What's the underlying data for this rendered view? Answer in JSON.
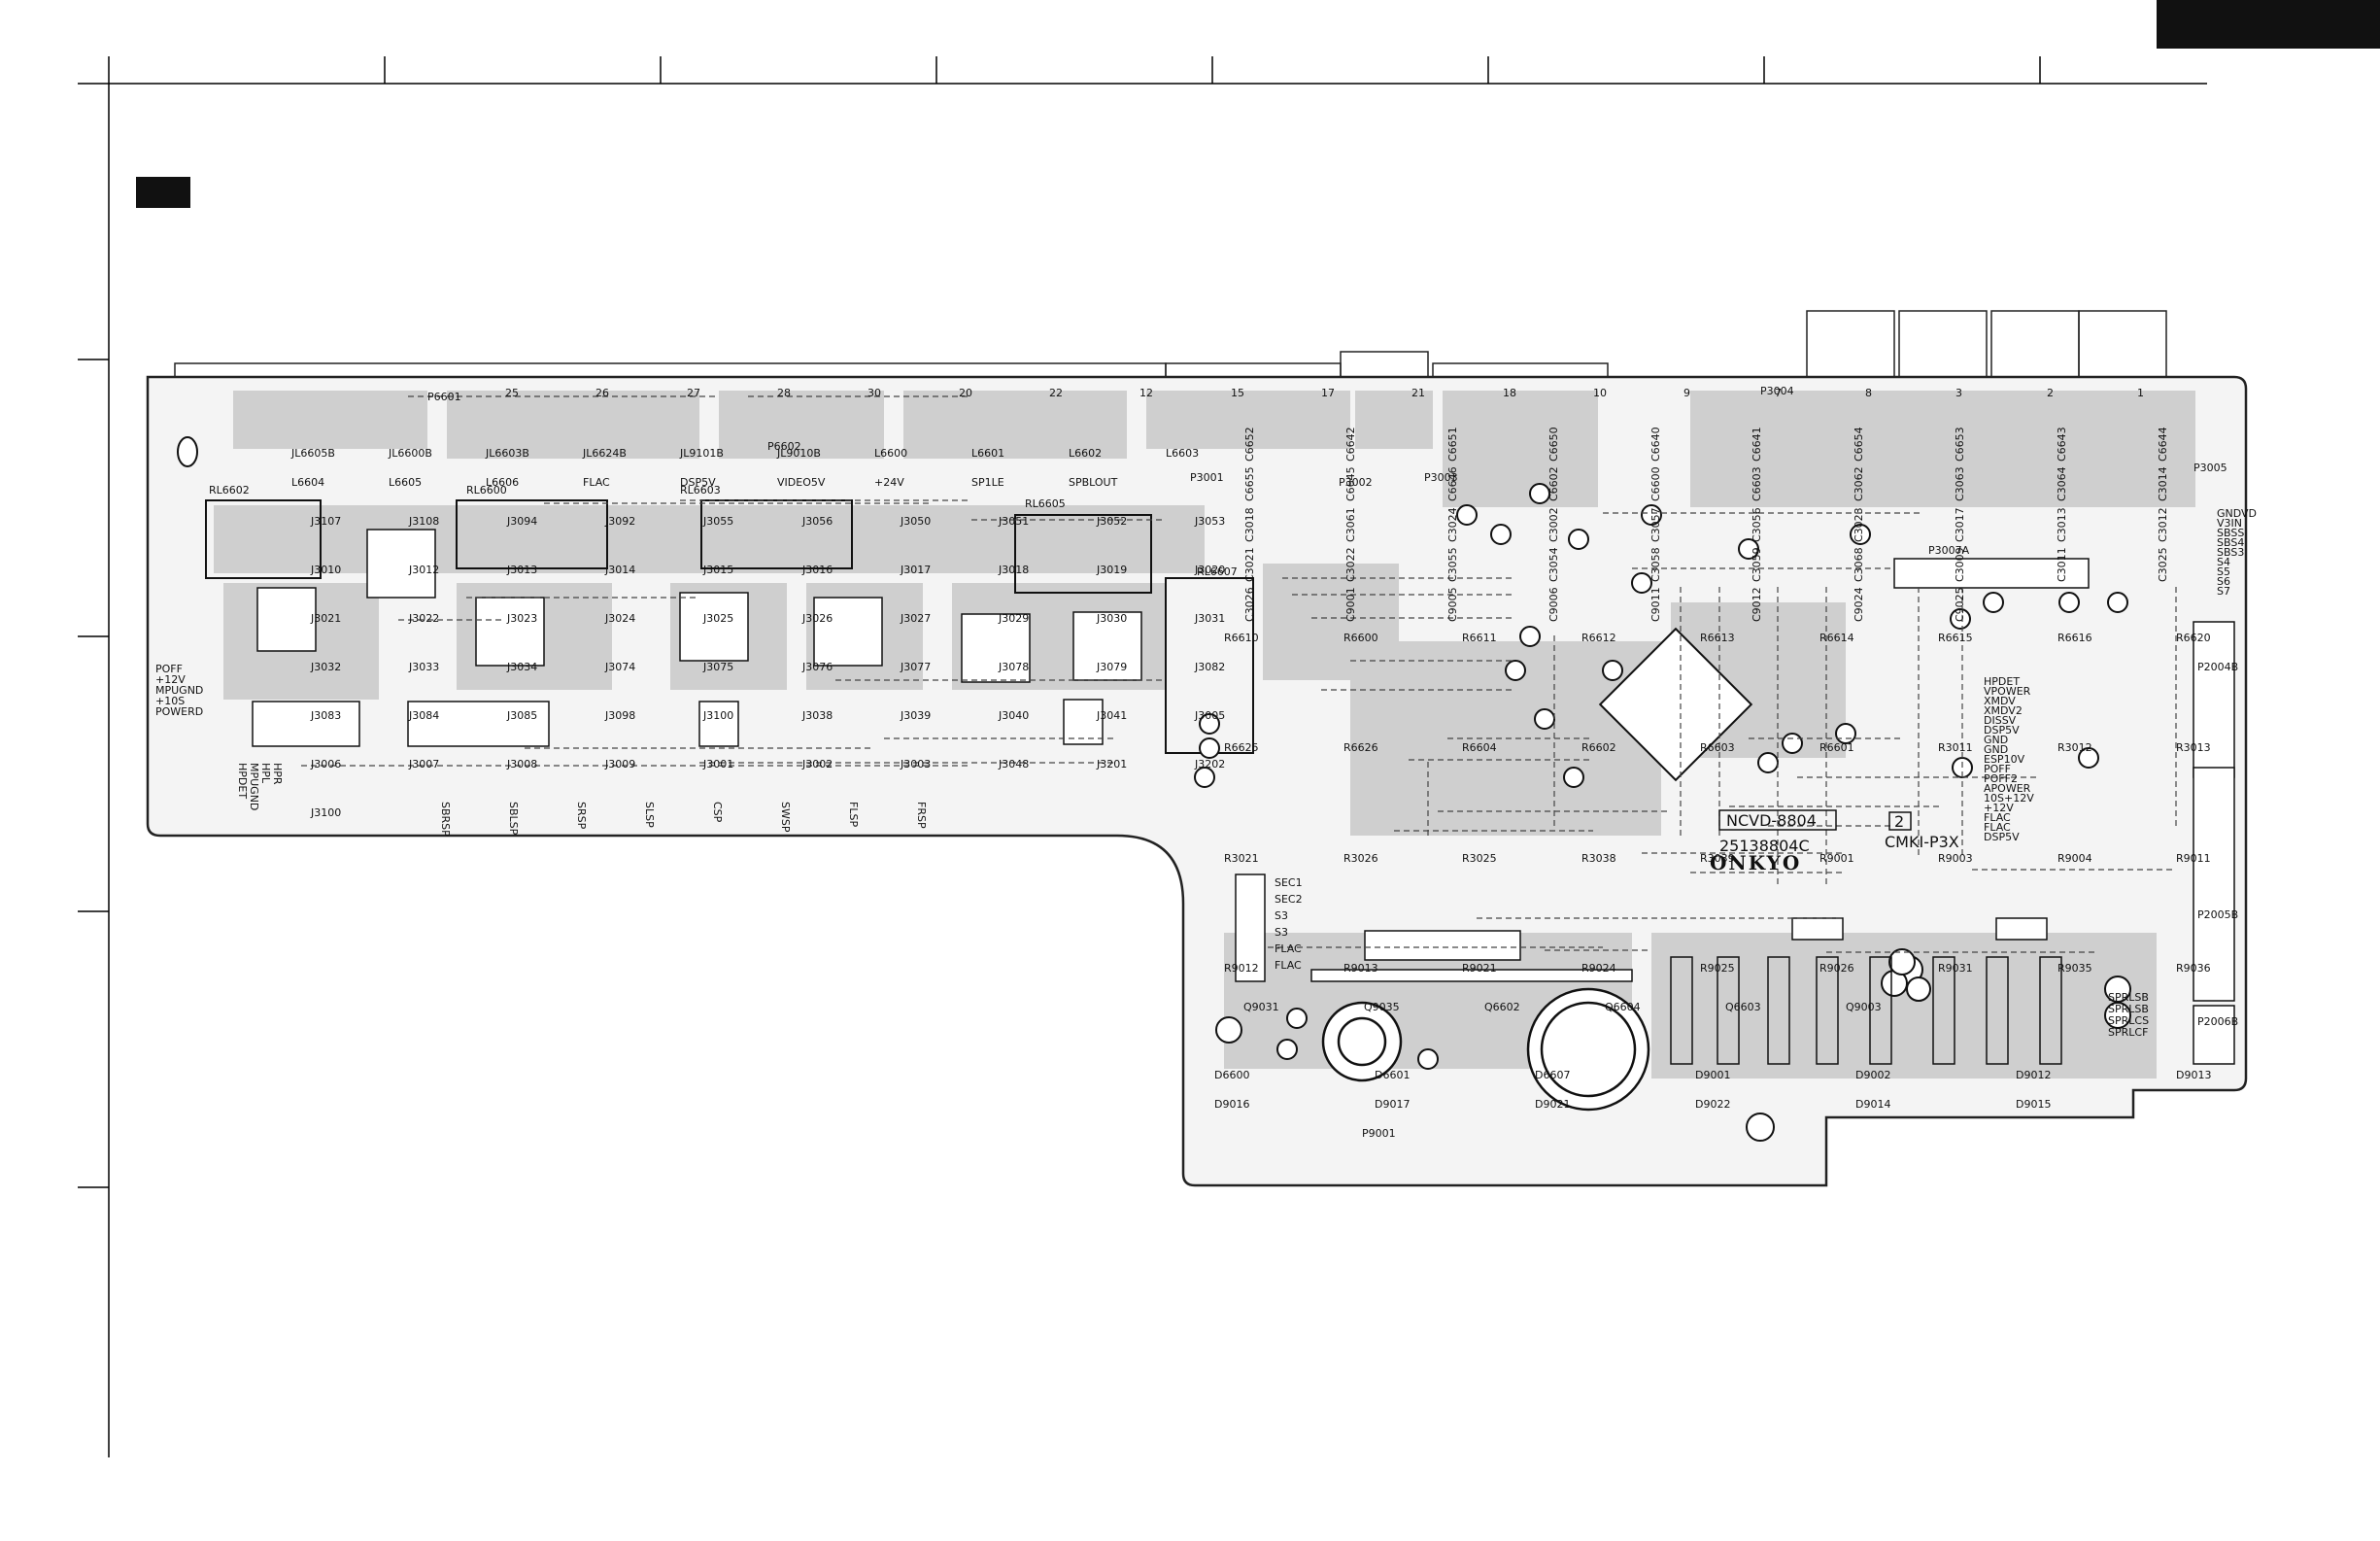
{
  "board": {
    "name": "NCVD-8804",
    "revision": "2",
    "part_number": "25138804C",
    "brand": "ONKYO",
    "cert": "CMKI-P3X"
  },
  "labels": {
    "relays": [
      "RL6602",
      "RL6600",
      "RL6603",
      "RL6605",
      "RL6607"
    ],
    "plugs": [
      "P6601",
      "P6602",
      "P3001",
      "P3002",
      "P3003",
      "P3004",
      "P3005",
      "P3007A",
      "P2004B",
      "P2005B",
      "P2006B",
      "P9001"
    ],
    "jumpers": [
      "J3107",
      "J3108",
      "J3094",
      "J3092",
      "J3055",
      "J3056",
      "J3050",
      "J3051",
      "J3052",
      "J3053",
      "J3010",
      "J3012",
      "J3013",
      "J3014",
      "J3015",
      "J3016",
      "J3017",
      "J3018",
      "J3019",
      "J3020",
      "J3021",
      "J3022",
      "J3023",
      "J3024",
      "J3025",
      "J3026",
      "J3027",
      "J3029",
      "J3030",
      "J3031",
      "J3032",
      "J3033",
      "J3034",
      "J3074",
      "J3075",
      "J3076",
      "J3077",
      "J3078",
      "J3079",
      "J3082",
      "J3083",
      "J3084",
      "J3085",
      "J3098",
      "J3100",
      "J3038",
      "J3039",
      "J3040",
      "J3041",
      "J3005",
      "J3006",
      "J3007",
      "J3008",
      "J3009",
      "J3001",
      "J3002",
      "J3003",
      "J3048",
      "J3201",
      "J3202",
      "J3100"
    ],
    "caps": [
      "C6652",
      "C6642",
      "C6651",
      "C6650",
      "C6640",
      "C6641",
      "C6654",
      "C6653",
      "C6643",
      "C6644",
      "C6655",
      "C6645",
      "C6646",
      "C6602",
      "C6600",
      "C6603",
      "C3062",
      "C3063",
      "C3064",
      "C3014",
      "C3018",
      "C3061",
      "C3024",
      "C3002",
      "C3057",
      "C3056",
      "C3023",
      "C3017",
      "C3013",
      "C3012",
      "C3021",
      "C3022",
      "C3055",
      "C3054",
      "C3058",
      "C3059",
      "C3068",
      "C3009",
      "C3011",
      "C3025",
      "C3026",
      "C9001",
      "C9005",
      "C9006",
      "C9011",
      "C9012",
      "C9024",
      "C9025"
    ],
    "resistors": [
      "R6610",
      "R6600",
      "R6611",
      "R6612",
      "R6613",
      "R6614",
      "R6615",
      "R6616",
      "R6620",
      "R6625",
      "R6626",
      "R6604",
      "R6602",
      "R6603",
      "R6601",
      "R3011",
      "R3012",
      "R3013",
      "R3021",
      "R3026",
      "R3025",
      "R3038",
      "R3039",
      "R9001",
      "R9003",
      "R9004",
      "R9011",
      "R9012",
      "R9013",
      "R9021",
      "R9024",
      "R9025",
      "R9026",
      "R9031",
      "R9035",
      "R9036"
    ],
    "ics": [
      "Q9031",
      "Q9035",
      "Q6602",
      "Q6604",
      "Q6603",
      "Q9003"
    ],
    "diodes": [
      "D6600",
      "D6601",
      "D6607",
      "D9001",
      "D9002",
      "D9012",
      "D9013",
      "D9016",
      "D9017",
      "D9021",
      "D9022",
      "D9014",
      "D9015"
    ],
    "misc": [
      "JL6605B",
      "JL6600B",
      "JL6603B",
      "JL6624B",
      "JL9101B",
      "JL9010B",
      "L6600",
      "L6601",
      "L6602",
      "L6603",
      "L6604",
      "L6605",
      "L6606",
      "FLAC",
      "DSP5V",
      "VIDEO5V",
      "+24V",
      "SP1LE",
      "SPBLOUT"
    ],
    "left_pins": [
      "POFF",
      "+12V",
      "MPUGND",
      "+10S",
      "POWERD"
    ],
    "bottom_left_pins": [
      "HPDET",
      "MPUGND",
      "HPL",
      "HPR"
    ],
    "speaker_pins": [
      "SBRSP",
      "SBLSP",
      "SRSP",
      "SLSP",
      "CSP",
      "SWSP",
      "FLSP",
      "FRSP"
    ],
    "right_pins": [
      "GNDVD",
      "V3IN",
      "SBSS",
      "SBS4",
      "SBS3",
      "S4",
      "S5",
      "S6",
      "S7"
    ],
    "right_mid_pins": [
      "HPDET",
      "VPOWER",
      "XMDV",
      "XMDV2",
      "DISSV",
      "DSP5V",
      "GND",
      "GND",
      "ESP10V",
      "POFF",
      "POFF2",
      "APOWER",
      "10S+12V",
      "+12V",
      "FLAC",
      "FLAC",
      "DSP5V"
    ],
    "bottom_right_pins": [
      "SPRLSB",
      "SPRLSB",
      "SPRLCS",
      "SPRLCF"
    ],
    "sec_pins": [
      "SEC1",
      "SEC2",
      "S3",
      "S3",
      "FLAC",
      "FLAC"
    ],
    "bus_numbers": [
      "25",
      "26",
      "27",
      "28",
      "30",
      "20",
      "22",
      "12",
      "15",
      "17",
      "21",
      "18",
      "10",
      "9",
      "7",
      "8",
      "3",
      "2",
      "1"
    ]
  },
  "colors": {
    "copper": "#cfcfcf",
    "board_outline": "#222222",
    "frame": "#000000",
    "corner_tab": "#111111"
  }
}
